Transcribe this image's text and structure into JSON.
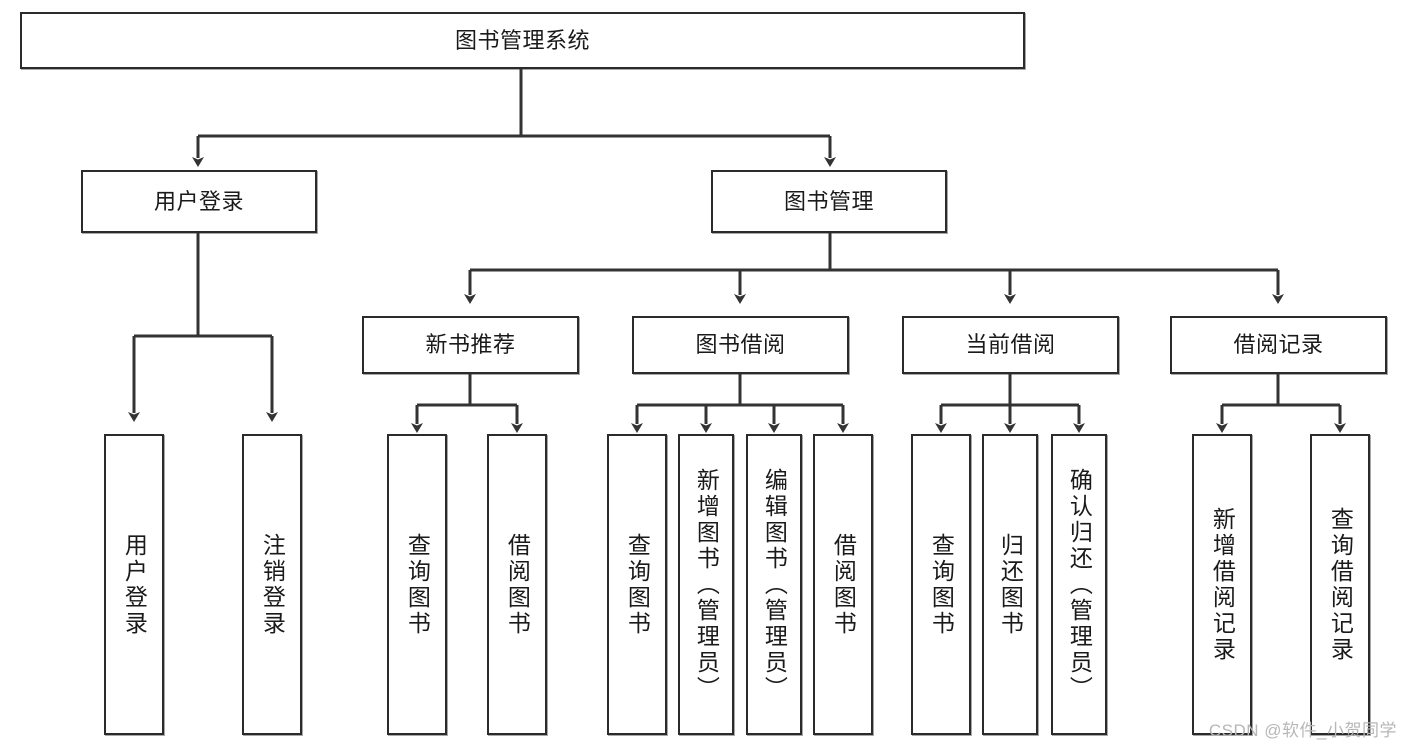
{
  "diagram": {
    "title": "图书管理系统",
    "type": "tree-hierarchy-diagram",
    "watermark": "CSDN @软件_小贺同学",
    "colors": {
      "box_border": "#2b2b2b",
      "box_fill": "#ffffff",
      "connector": "#333333",
      "text": "#1a1a1a",
      "watermark": "#b7b7b7",
      "background": "#ffffff"
    },
    "root": {
      "label": "图书管理系统"
    },
    "level2": [
      {
        "label": "用户登录"
      },
      {
        "label": "图书管理"
      }
    ],
    "level3": [
      {
        "label": "新书推荐"
      },
      {
        "label": "图书借阅"
      },
      {
        "label": "当前借阅"
      },
      {
        "label": "借阅记录"
      }
    ],
    "leaves": {
      "user_login": [
        {
          "label": "用户登录"
        },
        {
          "label": "注销登录"
        }
      ],
      "new_book_recommend": [
        {
          "label": "查询图书"
        },
        {
          "label": "借阅图书"
        }
      ],
      "book_borrow": [
        {
          "label": "查询图书"
        },
        {
          "label": "新增图书（管理员）"
        },
        {
          "label": "编辑图书（管理员）"
        },
        {
          "label": "借阅图书"
        }
      ],
      "current_borrow": [
        {
          "label": "查询图书"
        },
        {
          "label": "归还图书"
        },
        {
          "label": "确认归还（管理员）"
        }
      ],
      "borrow_record": [
        {
          "label": "新增借阅记录"
        },
        {
          "label": "查询借阅记录"
        }
      ]
    }
  }
}
